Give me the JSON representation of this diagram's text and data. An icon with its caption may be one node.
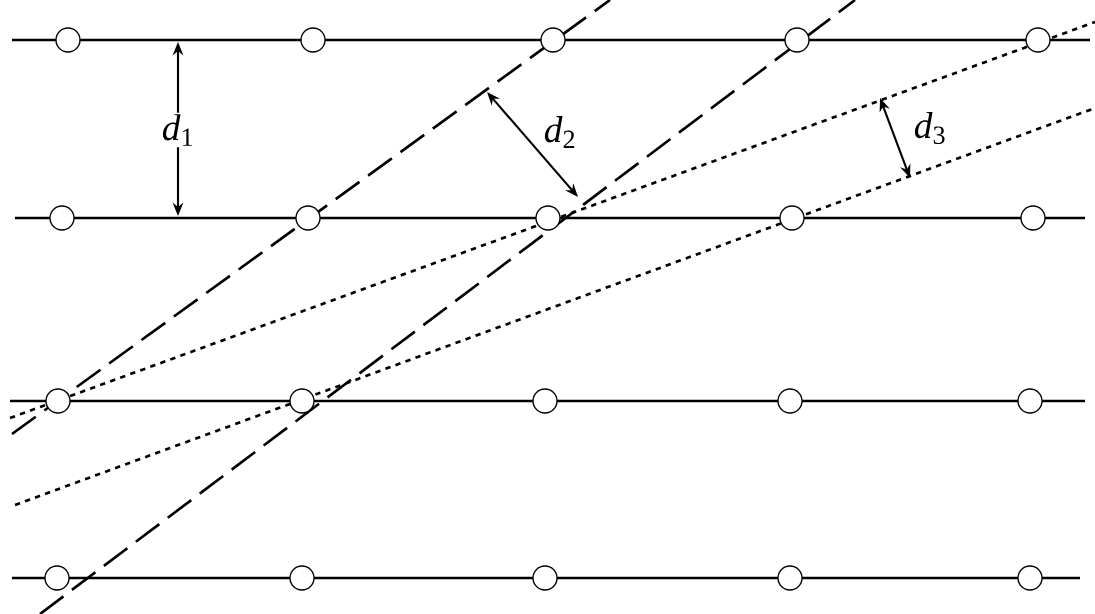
{
  "diagram": {
    "nodes": [
      {
        "text": [],
        "shape": "circle"
      },
      {
        "text": [],
        "shape": "circle"
      },
      {
        "text": [],
        "shape": "circle"
      },
      {
        "text": [],
        "shape": "circle"
      },
      {
        "text": [],
        "shape": "circle"
      },
      {
        "text": [],
        "shape": "circle"
      },
      {
        "text": [],
        "shape": "circle"
      },
      {
        "text": [],
        "shape": "circle"
      },
      {
        "text": [],
        "shape": "circle"
      },
      {
        "text": [],
        "shape": "circle"
      },
      {
        "text": [],
        "shape": "circle"
      },
      {
        "text": [],
        "shape": "circle"
      },
      {
        "text": [],
        "shape": "circle"
      },
      {
        "text": [],
        "shape": "circle"
      },
      {
        "text": [],
        "shape": "circle"
      },
      {
        "text": [],
        "shape": "circle"
      },
      {
        "text": [],
        "shape": "circle"
      },
      {
        "text": [],
        "shape": "circle"
      },
      {
        "text": [],
        "shape": "circle"
      },
      {
        "text": [],
        "shape": "circle"
      }
    ],
    "labels": [
      "*d*$_{1}$",
      "*d*$_{2}$",
      "*d*$_{3}$"
    ]
  }
}
